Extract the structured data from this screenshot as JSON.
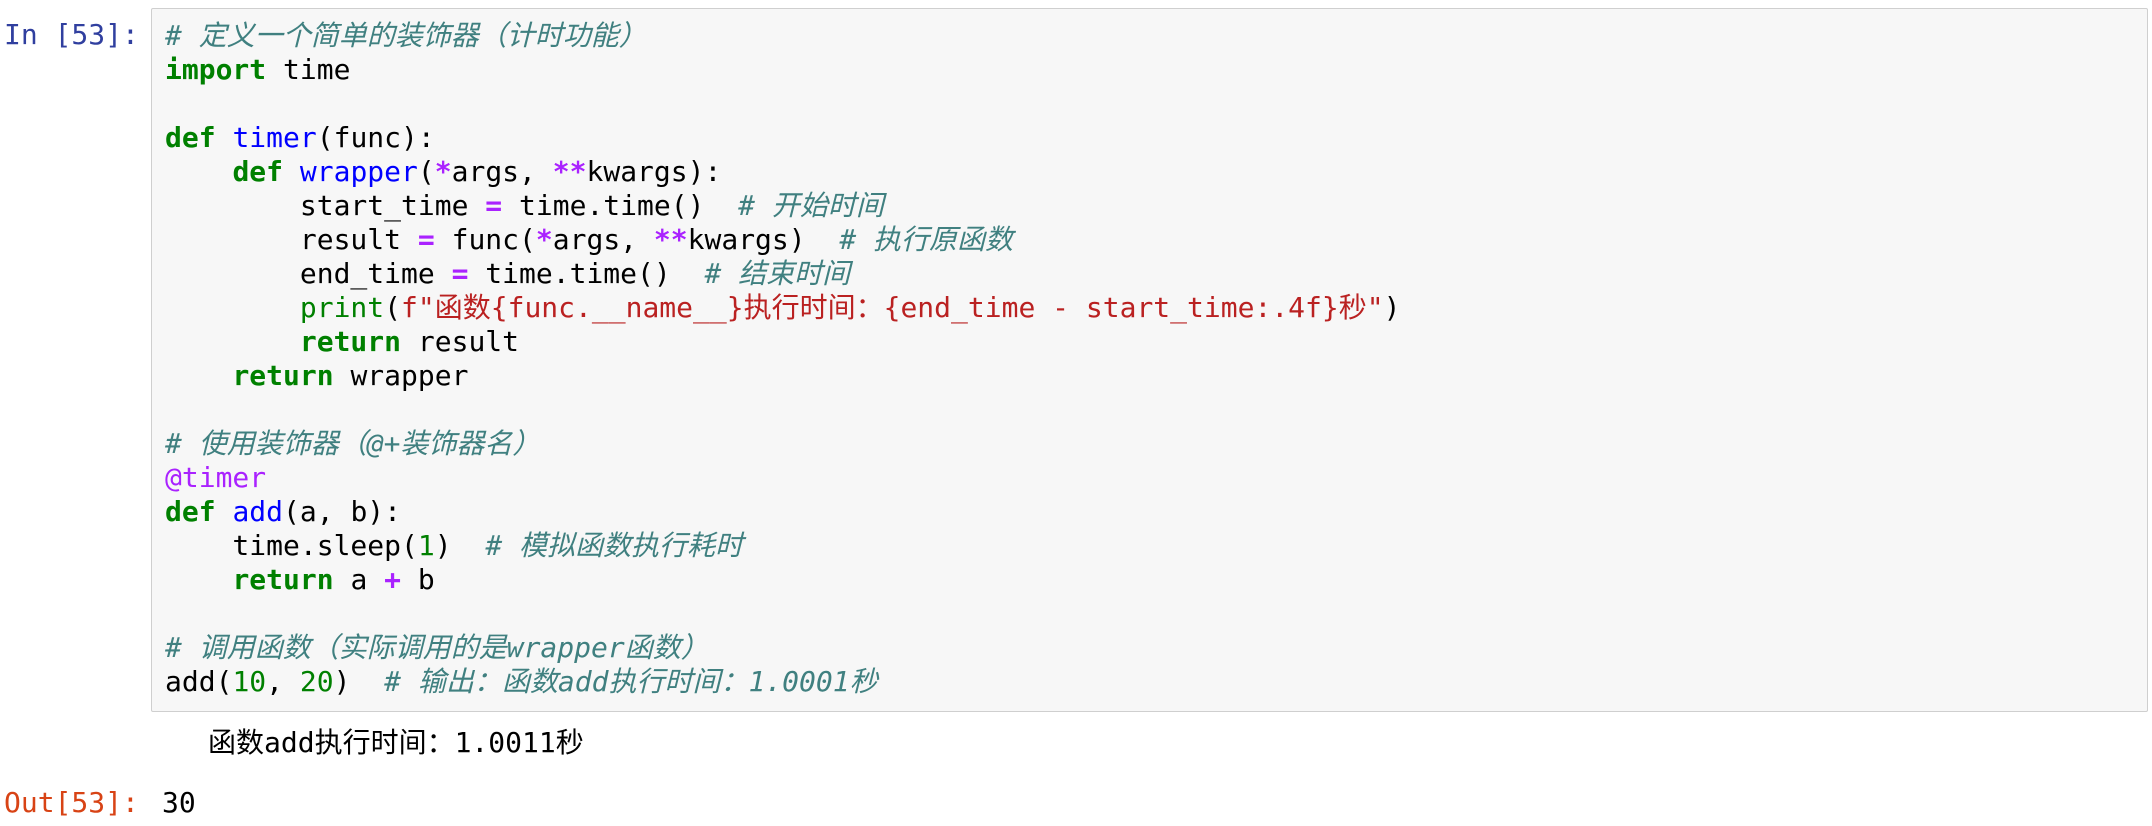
{
  "cell": {
    "in_prompt": "In [53]:",
    "out_prompt": "Out[53]:",
    "code_lines": [
      [
        {
          "t": "# 定义一个简单的装饰器（计时功能）",
          "c": "comment"
        }
      ],
      [
        {
          "t": "import",
          "c": "kw"
        },
        {
          "t": " time",
          "c": "plain"
        }
      ],
      [],
      [
        {
          "t": "def",
          "c": "kw"
        },
        {
          "t": " ",
          "c": "plain"
        },
        {
          "t": "timer",
          "c": "fn"
        },
        {
          "t": "(func):",
          "c": "plain"
        }
      ],
      [
        {
          "t": "    ",
          "c": "plain"
        },
        {
          "t": "def",
          "c": "kw"
        },
        {
          "t": " ",
          "c": "plain"
        },
        {
          "t": "wrapper",
          "c": "fn"
        },
        {
          "t": "(",
          "c": "plain"
        },
        {
          "t": "*",
          "c": "op"
        },
        {
          "t": "args, ",
          "c": "plain"
        },
        {
          "t": "**",
          "c": "op"
        },
        {
          "t": "kwargs):",
          "c": "plain"
        }
      ],
      [
        {
          "t": "        start_time ",
          "c": "plain"
        },
        {
          "t": "=",
          "c": "op"
        },
        {
          "t": " time.time()  ",
          "c": "plain"
        },
        {
          "t": "# 开始时间",
          "c": "comment"
        }
      ],
      [
        {
          "t": "        result ",
          "c": "plain"
        },
        {
          "t": "=",
          "c": "op"
        },
        {
          "t": " func(",
          "c": "plain"
        },
        {
          "t": "*",
          "c": "op"
        },
        {
          "t": "args, ",
          "c": "plain"
        },
        {
          "t": "**",
          "c": "op"
        },
        {
          "t": "kwargs)  ",
          "c": "plain"
        },
        {
          "t": "# 执行原函数",
          "c": "comment"
        }
      ],
      [
        {
          "t": "        end_time ",
          "c": "plain"
        },
        {
          "t": "=",
          "c": "op"
        },
        {
          "t": " time.time()  ",
          "c": "plain"
        },
        {
          "t": "# 结束时间",
          "c": "comment"
        }
      ],
      [
        {
          "t": "        ",
          "c": "plain"
        },
        {
          "t": "print",
          "c": "builtin"
        },
        {
          "t": "(",
          "c": "plain"
        },
        {
          "t": "f\"函数{func.__name__}执行时间：{end_time - start_time:.4f}秒\"",
          "c": "str"
        },
        {
          "t": ")",
          "c": "plain"
        }
      ],
      [
        {
          "t": "        ",
          "c": "plain"
        },
        {
          "t": "return",
          "c": "kw"
        },
        {
          "t": " result",
          "c": "plain"
        }
      ],
      [
        {
          "t": "    ",
          "c": "plain"
        },
        {
          "t": "return",
          "c": "kw"
        },
        {
          "t": " wrapper",
          "c": "plain"
        }
      ],
      [],
      [
        {
          "t": "# 使用装饰器（@+装饰器名）",
          "c": "comment"
        }
      ],
      [
        {
          "t": "@timer",
          "c": "deco"
        }
      ],
      [
        {
          "t": "def",
          "c": "kw"
        },
        {
          "t": " ",
          "c": "plain"
        },
        {
          "t": "add",
          "c": "fn"
        },
        {
          "t": "(a, b):",
          "c": "plain"
        }
      ],
      [
        {
          "t": "    time.sleep(",
          "c": "plain"
        },
        {
          "t": "1",
          "c": "num"
        },
        {
          "t": ")  ",
          "c": "plain"
        },
        {
          "t": "# 模拟函数执行耗时",
          "c": "comment"
        }
      ],
      [
        {
          "t": "    ",
          "c": "plain"
        },
        {
          "t": "return",
          "c": "kw"
        },
        {
          "t": " a ",
          "c": "plain"
        },
        {
          "t": "+",
          "c": "op"
        },
        {
          "t": " b",
          "c": "plain"
        }
      ],
      [],
      [
        {
          "t": "# 调用函数（实际调用的是wrapper函数）",
          "c": "comment"
        }
      ],
      [
        {
          "t": "add(",
          "c": "plain"
        },
        {
          "t": "10",
          "c": "num"
        },
        {
          "t": ", ",
          "c": "plain"
        },
        {
          "t": "20",
          "c": "num"
        },
        {
          "t": ")  ",
          "c": "plain"
        },
        {
          "t": "# 输出：函数add执行时间：1.0001秒",
          "c": "comment"
        }
      ]
    ],
    "stdout": "函数add执行时间：1.0011秒",
    "result": "30"
  },
  "colors": {
    "in_prompt": "#303f9f",
    "out_prompt": "#d84315",
    "input_bg": "#f7f7f7",
    "input_border": "#cfcfcf"
  }
}
